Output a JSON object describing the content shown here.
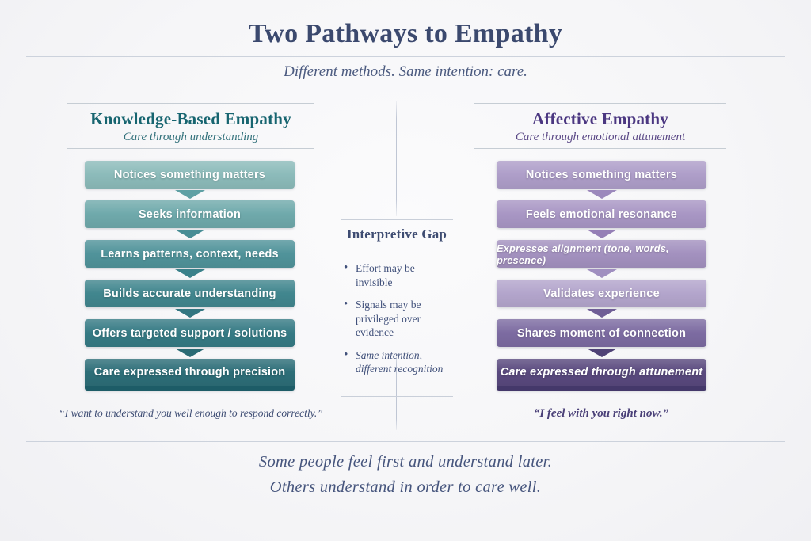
{
  "page": {
    "title": "Two Pathways to Empathy",
    "subtitle": "Different methods. Same intention: care.",
    "footer_line1": "Some people feel first and understand later.",
    "footer_line2": "Others understand in order to care well."
  },
  "left_column": {
    "title": "Knowledge-Based Empathy",
    "subtitle": "Care through understanding",
    "steps": [
      "Notices something matters",
      "Seeks information",
      "Learns patterns, context, needs",
      "Builds accurate understanding",
      "Offers targeted support / solutions",
      "Care expressed through precision"
    ],
    "quote": "“I want to understand you well enough to respond correctly.”"
  },
  "right_column": {
    "title": "Affective Empathy",
    "subtitle": "Care through emotional attunement",
    "steps": [
      "Notices something matters",
      "Feels emotional resonance",
      "Expresses alignment (tone, words, presence)",
      "Validates experience",
      "Shares moment of connection",
      "Care expressed through attunement"
    ],
    "quote": "“I feel with you right now.”"
  },
  "gap_panel": {
    "title": "Interpretive Gap",
    "bullets": [
      "Effort may be invisible",
      "Signals may be privileged over evidence",
      "Same intention, different recognition"
    ]
  },
  "colors": {
    "accent_teal": "#176570",
    "accent_purple": "#4b3781",
    "left_boxes": [
      "#8cbbba",
      "#6fa9ab",
      "#50939a",
      "#41868e",
      "#357a84",
      "#2d6e78"
    ],
    "left_arrows": [
      "#5fa0a4",
      "#478d95",
      "#3a818a",
      "#327681",
      "#2a6a74"
    ],
    "left_final_bar": "#1d5c67",
    "right_boxes": [
      "#ae9ec9",
      "#a896c4",
      "#a391bf",
      "#b3a5cc",
      "#7c6ba1",
      "#59497e"
    ],
    "right_arrows": [
      "#9c89bc",
      "#957fb6",
      "#a08fc0",
      "#6f5e96",
      "#4f4276"
    ],
    "right_final_bar": "#44386a"
  }
}
